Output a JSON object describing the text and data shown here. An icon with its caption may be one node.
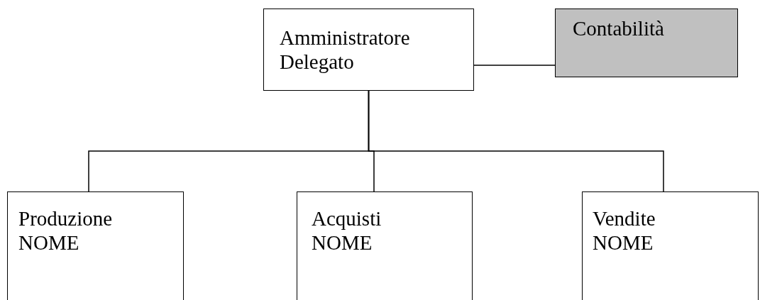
{
  "diagram": {
    "nodes": [
      {
        "text": [
          "Amministratore Delegato"
        ]
      },
      {
        "text": [
          "Contabilità"
        ]
      },
      {
        "text": [
          "Produzione",
          "NOME"
        ]
      },
      {
        "text": [
          "Acquisti",
          "NOME"
        ]
      },
      {
        "text": [
          "Vendite",
          "NOME"
        ]
      }
    ],
    "edges": [
      {
        "from": 0,
        "to": 1,
        "arrow": "none"
      },
      {
        "from": 0,
        "to": 2,
        "arrow": "none"
      },
      {
        "from": 0,
        "to": 3,
        "arrow": "none"
      },
      {
        "from": 0,
        "to": 4,
        "arrow": "none"
      }
    ]
  }
}
